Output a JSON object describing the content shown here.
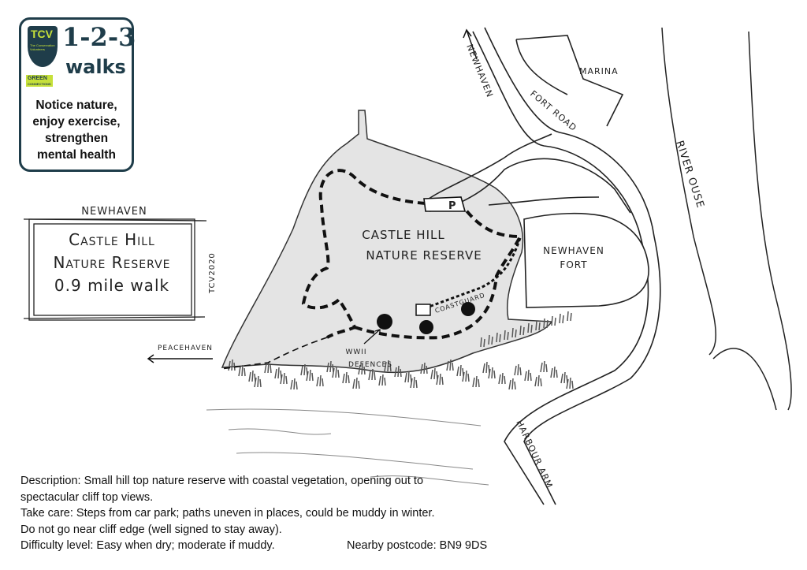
{
  "logo": {
    "org": "TCV",
    "org_full": "The Conservation Volunteers",
    "programme": "GREEN",
    "programme_sub": "CONNECTIONS",
    "brand_numbers": "1-2-3",
    "brand_word": "walks",
    "tagline": [
      "Notice nature,",
      "enjoy exercise,",
      "strengthen",
      "mental health"
    ]
  },
  "title_box": {
    "town": "NEWHAVEN",
    "line1": "Castle Hill",
    "line2": "Nature Reserve",
    "line3": "0.9 mile walk",
    "credit": "TCV2020"
  },
  "map_labels": {
    "newhaven_north": "NEWHAVEN",
    "marina": "MARINA",
    "fort_road": "FORT ROAD",
    "river": "RIVER OUSE",
    "reserve_line1": "CASTLE HILL",
    "reserve_line2": "NATURE RESERVE",
    "fort_line1": "NEWHAVEN",
    "fort_line2": "FORT",
    "parking": "P",
    "coastguard": "COASTGUARD",
    "defences_line1": "WWII",
    "defences_line2": "DEFENCES",
    "peacehaven": "PEACEHAVEN",
    "harbour_arm": "HARBOUR ARM"
  },
  "info": {
    "description": "Description: Small hill top nature reserve with coastal vegetation, opening out to\nspectacular cliff top views.",
    "take_care": "Take care: Steps from car park; paths uneven in places, could be muddy in winter.\nDo not go near cliff edge (well signed to stay away).",
    "difficulty": "Difficulty level: Easy when dry; moderate if muddy.",
    "postcode": "Nearby postcode: BN9 9DS"
  },
  "colors": {
    "brand_dark": "#1f3d4a",
    "brand_lime": "#c6e03a",
    "reserve_fill": "#e4e4e4"
  }
}
